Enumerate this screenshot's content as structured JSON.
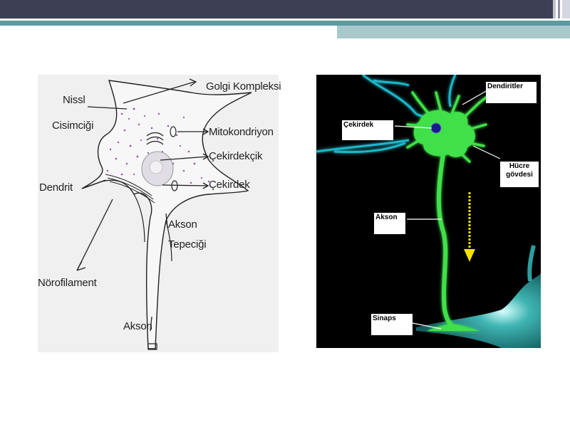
{
  "left_diagram": {
    "labels": {
      "nissl": "Nissl",
      "cisimcigi": "Cisimciği",
      "golgi": "Golgi Kompleksi",
      "mitokondriyon": "Mitokondriyon",
      "cekirdekcik": "Çekirdekçik",
      "cekirdek": "Çekirdek",
      "dendrit": "Dendrit",
      "akson_tepecigi_1": "Akson",
      "akson_tepecigi_2": "Tepeciği",
      "norofilament": "Nörofilament",
      "akson": "Akson"
    }
  },
  "right_diagram": {
    "labels": {
      "dendiritler": "Dendiritler",
      "cekirdek": "Çekirdek",
      "hucre_1": "Hücre",
      "hucre_2": "gövdesi",
      "akson": "Akson",
      "sinaps": "Sinaps"
    },
    "colors": {
      "neuron": "#3fe04a",
      "dendrite": "#1fb7c8",
      "nucleus": "#1a1a8c",
      "arrow": "#f5e200"
    }
  }
}
